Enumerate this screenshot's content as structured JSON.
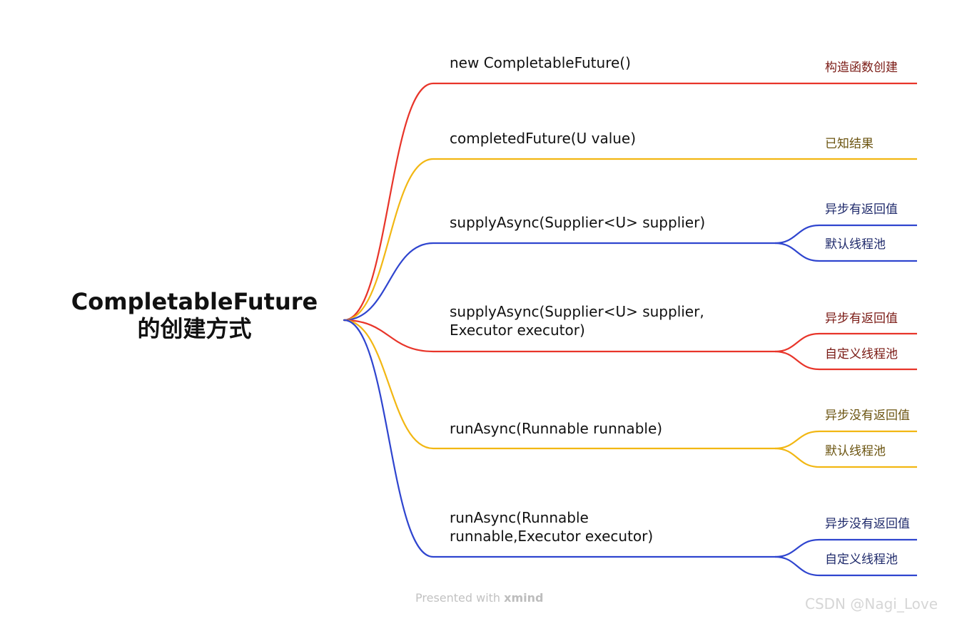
{
  "root": {
    "line1": "CompletableFuture",
    "line2": "的创建方式"
  },
  "colors": {
    "red": "#e8352a",
    "yellow": "#f2b713",
    "blue": "#2f45cf"
  },
  "branches": [
    {
      "color": "red",
      "lines": [
        "new CompletableFuture()"
      ],
      "leaves": [
        {
          "label": "构造函数创建",
          "text_color": "#7a1a14"
        }
      ]
    },
    {
      "color": "yellow",
      "lines": [
        "completedFuture(U value)"
      ],
      "leaves": [
        {
          "label": "已知结果",
          "text_color": "#6b5410"
        }
      ]
    },
    {
      "color": "blue",
      "lines": [
        "supplyAsync(Supplier<U> supplier)"
      ],
      "leaves": [
        {
          "label": "异步有返回值",
          "text_color": "#1f2a6b"
        },
        {
          "label": "默认线程池",
          "text_color": "#1f2a6b"
        }
      ]
    },
    {
      "color": "red",
      "lines": [
        "supplyAsync(Supplier<U> supplier,",
        "Executor executor)"
      ],
      "leaves": [
        {
          "label": "异步有返回值",
          "text_color": "#7a1a14"
        },
        {
          "label": "自定义线程池",
          "text_color": "#7a1a14"
        }
      ]
    },
    {
      "color": "yellow",
      "lines": [
        "runAsync(Runnable runnable)"
      ],
      "leaves": [
        {
          "label": "异步没有返回值",
          "text_color": "#6b5410"
        },
        {
          "label": "默认线程池",
          "text_color": "#6b5410"
        }
      ]
    },
    {
      "color": "blue",
      "lines": [
        "runAsync(Runnable",
        "runnable,Executor executor)"
      ],
      "leaves": [
        {
          "label": "异步没有返回值",
          "text_color": "#1f2a6b"
        },
        {
          "label": "自定义线程池",
          "text_color": "#1f2a6b"
        }
      ]
    }
  ],
  "footer": {
    "presented_with": "Presented with",
    "brand": "xmind"
  },
  "watermark": "CSDN @Nagi_Love"
}
